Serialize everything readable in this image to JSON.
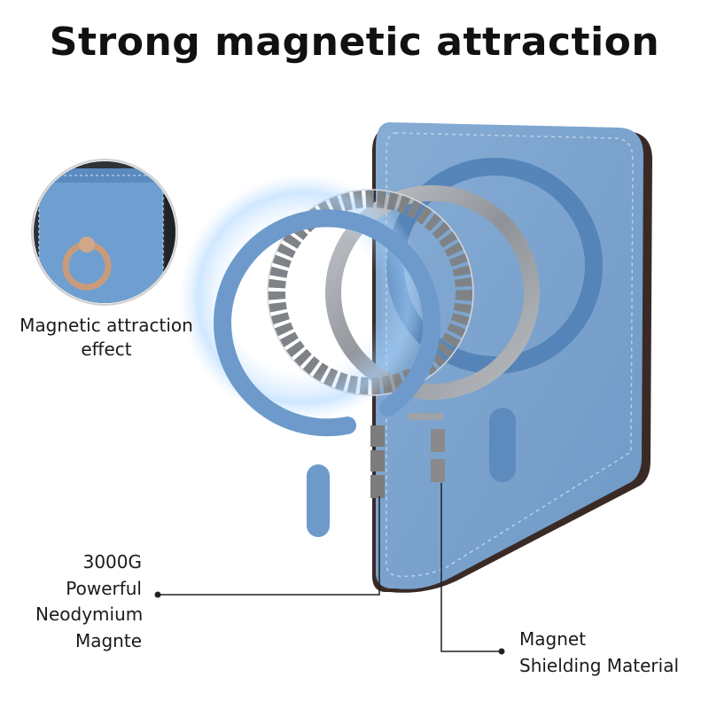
{
  "header": {
    "title": "Strong magnetic attraction"
  },
  "callouts": {
    "effect": {
      "lines": [
        "Magnetic attraction",
        "effect"
      ]
    },
    "magnet": {
      "lines": [
        "3000G",
        "Powerful",
        "Neodymium",
        "Magnte"
      ]
    },
    "shielding": {
      "lines": [
        "Magnet",
        "Shielding Material"
      ]
    }
  },
  "colors": {
    "leather_blue": "#7aa2cc",
    "ring_blue": "#6d9acb",
    "magnet_gray": "#8c8c8c",
    "ring_silver": "#9fa3a8",
    "text": "#111111"
  }
}
